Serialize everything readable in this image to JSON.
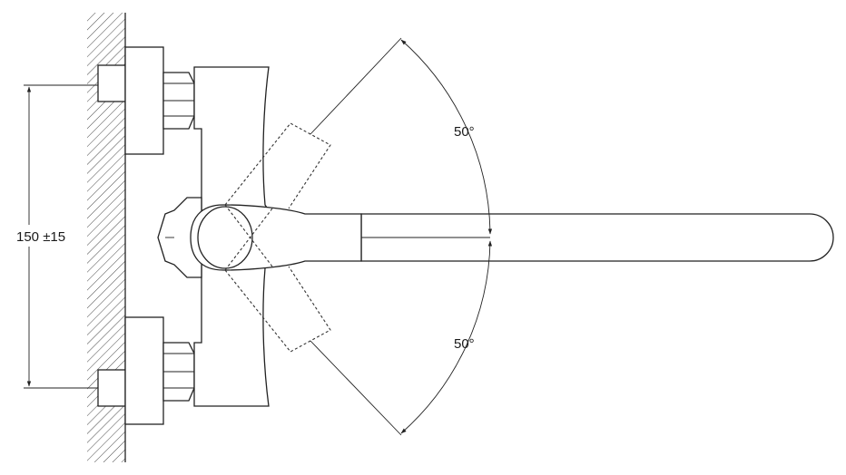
{
  "diagram": {
    "dimensions": {
      "wall_spacing": "150 ±15",
      "angle_upper": "50°",
      "angle_lower": "50°"
    },
    "colors": {
      "line": "#222222",
      "background": "#ffffff"
    }
  }
}
